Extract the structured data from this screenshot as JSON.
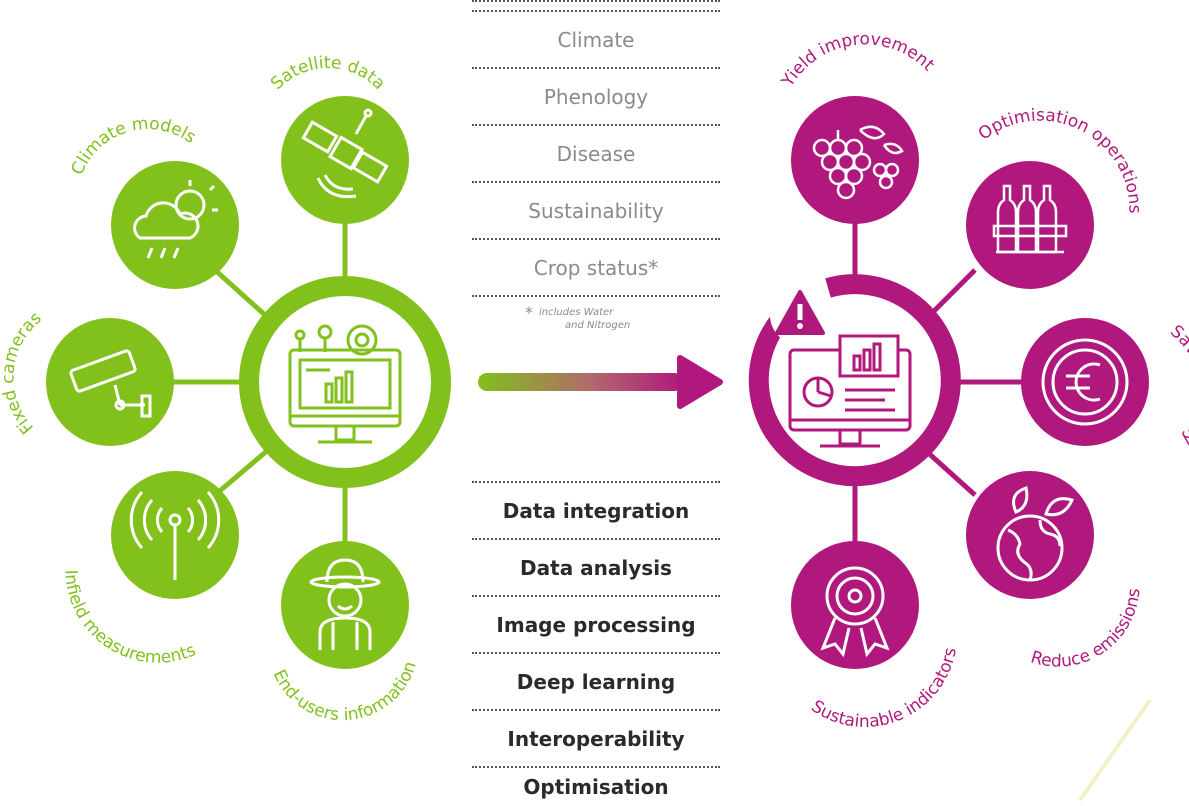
{
  "colors": {
    "green": "#82c01c",
    "magenta": "#b0187e",
    "white": "#ffffff"
  },
  "left_hub": {
    "center_icon": "monitor-gears-icon",
    "nodes": [
      {
        "label": "Satellite data",
        "icon": "satellite-icon"
      },
      {
        "label": "Climate models",
        "icon": "cloud-sun-rain-icon"
      },
      {
        "label": "Fixed cameras",
        "icon": "security-camera-icon"
      },
      {
        "label": "Infield measurements",
        "icon": "antenna-signal-icon"
      },
      {
        "label": "End-users information",
        "icon": "farmer-icon"
      }
    ]
  },
  "right_hub": {
    "center_icon": "dashboard-monitor-icon",
    "alert_icon": "warning-triangle-icon",
    "nodes": [
      {
        "label": "Yield improvement",
        "icon": "grapes-icon"
      },
      {
        "label": "Optimisation operations",
        "icon": "wine-bottles-icon"
      },
      {
        "label": "Saving money",
        "icon": "euro-coin-icon"
      },
      {
        "label": "Reduce emissions",
        "icon": "earth-leaf-icon"
      },
      {
        "label": "Sustainable indicators",
        "icon": "award-badge-icon"
      }
    ]
  },
  "outputs": [
    "Climate",
    "Phenology",
    "Disease",
    "Sustainability",
    "Crop status*"
  ],
  "footnote": {
    "star": "*",
    "line1": "includes  Water",
    "line2": "and Nitrogen"
  },
  "methods": [
    "Data integration",
    "Data analysis",
    "Image processing",
    "Deep learning",
    "Interoperability",
    "Optimisation"
  ],
  "arrow_icon": "gradient-arrow-right-icon"
}
